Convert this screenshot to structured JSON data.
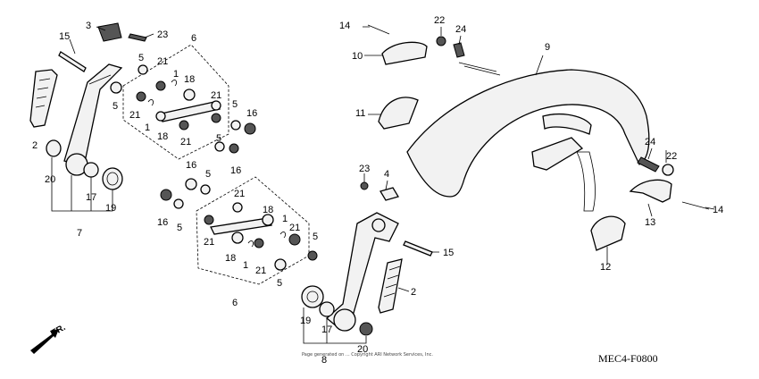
{
  "diagram": {
    "code": "MEC4-F0800",
    "direction_label": "FR.",
    "copyright": "Page generated on ... Copyright ARI Network Services, Inc."
  },
  "labels": [
    {
      "id": "l3",
      "text": "3"
    },
    {
      "id": "l23a",
      "text": "23"
    },
    {
      "id": "l15a",
      "text": "15"
    },
    {
      "id": "l6a",
      "text": "6"
    },
    {
      "id": "l5a",
      "text": "5"
    },
    {
      "id": "l21a",
      "text": "21"
    },
    {
      "id": "l1a",
      "text": "1"
    },
    {
      "id": "l18a",
      "text": "18"
    },
    {
      "id": "l5b",
      "text": "5"
    },
    {
      "id": "l21b",
      "text": "21"
    },
    {
      "id": "l1b",
      "text": "1"
    },
    {
      "id": "l18b",
      "text": "18"
    },
    {
      "id": "l21c",
      "text": "21"
    },
    {
      "id": "l21d",
      "text": "21"
    },
    {
      "id": "l5c",
      "text": "5"
    },
    {
      "id": "l16a",
      "text": "16"
    },
    {
      "id": "l5d",
      "text": "5"
    },
    {
      "id": "l16b",
      "text": "16"
    },
    {
      "id": "l2a",
      "text": "2"
    },
    {
      "id": "l20a",
      "text": "20"
    },
    {
      "id": "l17a",
      "text": "17"
    },
    {
      "id": "l19a",
      "text": "19"
    },
    {
      "id": "l7",
      "text": "7"
    },
    {
      "id": "l16c",
      "text": "16"
    },
    {
      "id": "l5e",
      "text": "5"
    },
    {
      "id": "l21e",
      "text": "21"
    },
    {
      "id": "l16d",
      "text": "16"
    },
    {
      "id": "l5f",
      "text": "5"
    },
    {
      "id": "l18c",
      "text": "18"
    },
    {
      "id": "l21f",
      "text": "21"
    },
    {
      "id": "l1c",
      "text": "1"
    },
    {
      "id": "l21g",
      "text": "21"
    },
    {
      "id": "l5g",
      "text": "5"
    },
    {
      "id": "l18d",
      "text": "18"
    },
    {
      "id": "l1d",
      "text": "1"
    },
    {
      "id": "l21h",
      "text": "21"
    },
    {
      "id": "l5h",
      "text": "5"
    },
    {
      "id": "l6b",
      "text": "6"
    },
    {
      "id": "l14a",
      "text": "14"
    },
    {
      "id": "l10",
      "text": "10"
    },
    {
      "id": "l22a",
      "text": "22"
    },
    {
      "id": "l24a",
      "text": "24"
    },
    {
      "id": "l9",
      "text": "9"
    },
    {
      "id": "l11",
      "text": "11"
    },
    {
      "id": "l23b",
      "text": "23"
    },
    {
      "id": "l4",
      "text": "4"
    },
    {
      "id": "l15b",
      "text": "15"
    },
    {
      "id": "l2b",
      "text": "2"
    },
    {
      "id": "l19b",
      "text": "19"
    },
    {
      "id": "l17b",
      "text": "17"
    },
    {
      "id": "l20b",
      "text": "20"
    },
    {
      "id": "l8",
      "text": "8"
    },
    {
      "id": "l24b",
      "text": "24"
    },
    {
      "id": "l22b",
      "text": "22"
    },
    {
      "id": "l13",
      "text": "13"
    },
    {
      "id": "l14b",
      "text": "14"
    },
    {
      "id": "l12",
      "text": "12"
    }
  ]
}
